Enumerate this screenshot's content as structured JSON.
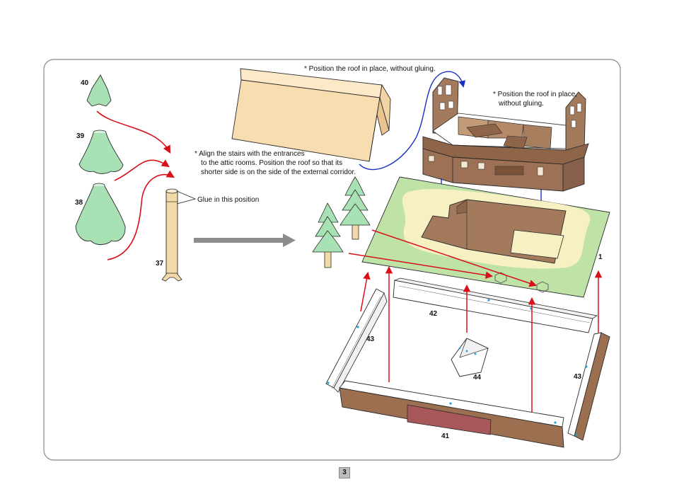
{
  "notes": {
    "roof_top": "* Position the roof in place, without gluing.",
    "roof_right_line1": "* Position the roof in place,",
    "roof_right_line2": "without gluing.",
    "stairs_line1": "* Align the stairs with the entrances",
    "stairs_line2": "to the attic rooms. Position the roof so that its",
    "stairs_line3": "shorter side is on the side of the external corridor.",
    "glue": "Glue in this position"
  },
  "parts": {
    "p40": "40",
    "p39": "39",
    "p38": "38",
    "p37": "37",
    "p1": "1",
    "p42": "42",
    "p43_left": "43",
    "p43_right": "43",
    "p44": "44",
    "p41": "41"
  },
  "page_number": "3",
  "colors": {
    "tree_fill": "#a8e2b4",
    "trunk_fill": "#f2d9a8",
    "roof_fill": "#f7ddb0",
    "house_brown": "#9c7156",
    "base_green": "#bfe3a7",
    "sand": "#f7f0c2",
    "red_arrow": "#d9101a",
    "blue_arrow": "#1a2fc2",
    "gray_arrow": "#8c8c8c",
    "wall_brown": "#9b6f4f",
    "label_red": "#a8585a"
  }
}
